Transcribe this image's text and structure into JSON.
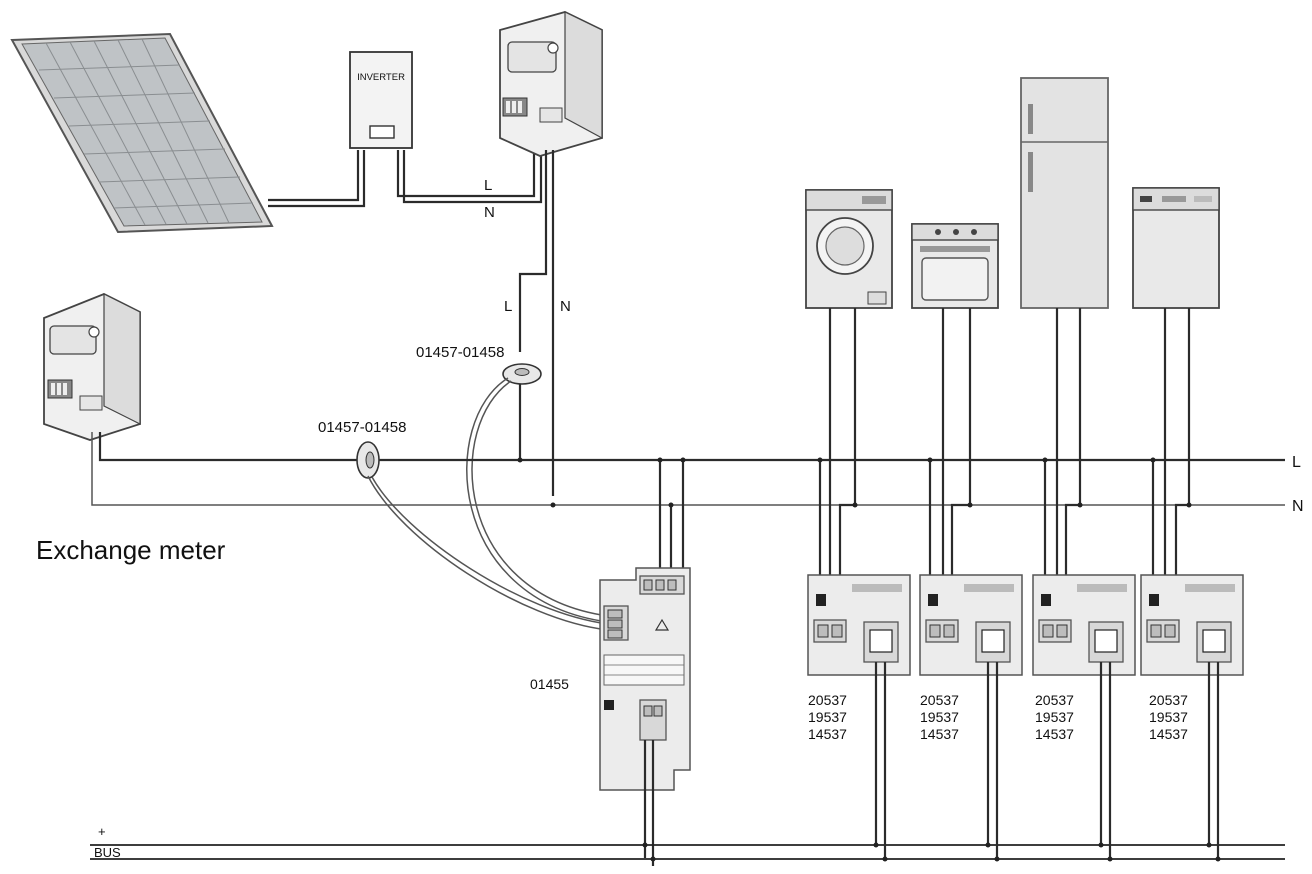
{
  "inverter": {
    "label": "INVERTER"
  },
  "production_wires": {
    "l": "L",
    "n": "N",
    "l2": "L",
    "n2": "N"
  },
  "sensors": {
    "production": "01457-01458",
    "exchange": "01457-01458"
  },
  "exchange_meter": {
    "title": "Exchange meter"
  },
  "energy_meter": {
    "code": "01455"
  },
  "busbars": {
    "l": "L",
    "n": "N"
  },
  "bus": {
    "plus": "+",
    "label": "BUS"
  },
  "actuators": [
    {
      "codes": [
        "20537",
        "19537",
        "14537"
      ]
    },
    {
      "codes": [
        "20537",
        "19537",
        "14537"
      ]
    },
    {
      "codes": [
        "20537",
        "19537",
        "14537"
      ]
    },
    {
      "codes": [
        "20537",
        "19537",
        "14537"
      ]
    }
  ],
  "appliances": [
    "washing-machine",
    "oven",
    "refrigerator",
    "dishwasher"
  ]
}
